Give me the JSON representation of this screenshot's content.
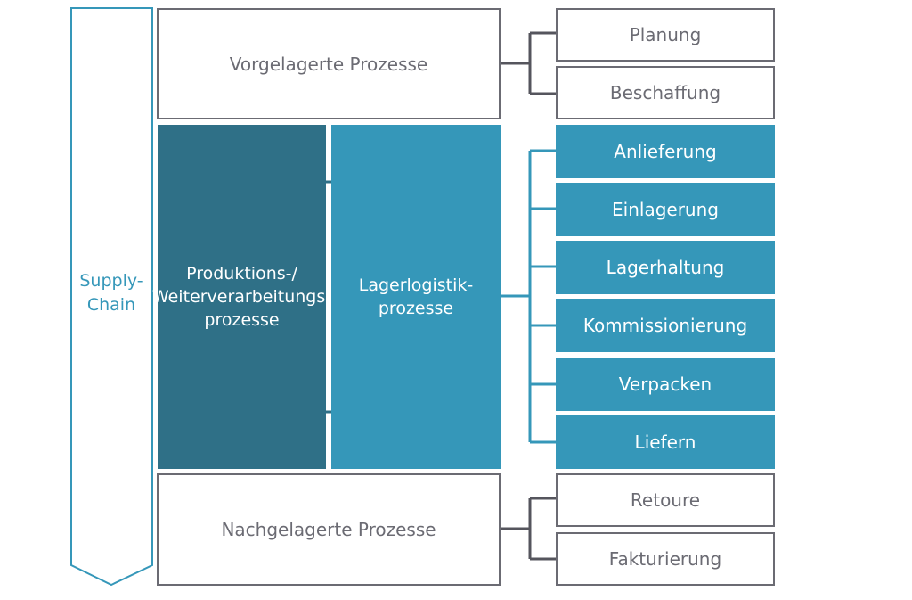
{
  "supply_chain": {
    "label_line1": "Supply-",
    "label_line2": "Chain"
  },
  "upstream": {
    "title": "Vorgelagerte Prozesse",
    "items": [
      "Planung",
      "Beschaffung"
    ]
  },
  "production": {
    "line1": "Produktions-/",
    "line2": "Weiterverarbeitungs-",
    "line3": "prozesse"
  },
  "warehouse": {
    "line1": "Lagerlogistik-",
    "line2": "prozesse",
    "items": [
      "Anlieferung",
      "Einlagerung",
      "Lagerhaltung",
      "Kommissionierung",
      "Verpacken",
      "Liefern"
    ]
  },
  "downstream": {
    "title": "Nachgelagerte Prozesse",
    "items": [
      "Retoure",
      "Fakturierung"
    ]
  },
  "colors": {
    "outline_gray": "#6b6b73",
    "teal": "#3597b9",
    "dark_teal": "#2f7087"
  }
}
